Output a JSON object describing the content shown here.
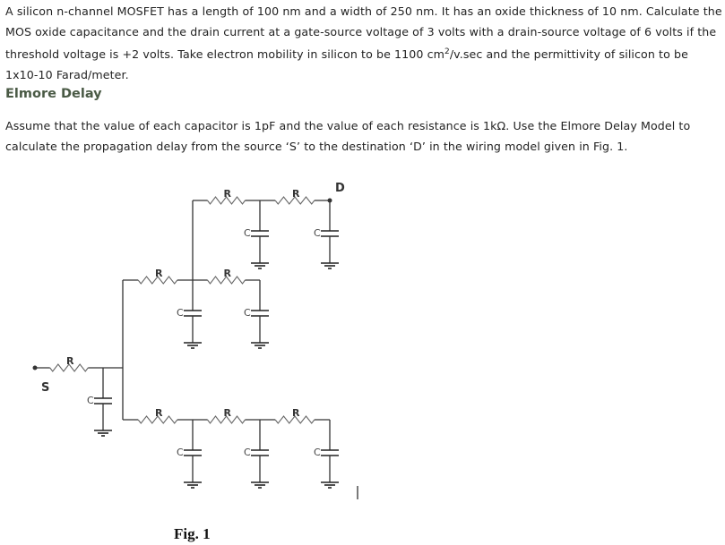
{
  "problem1": {
    "part1": "A silicon n-channel MOSFET has a length of 100 nm and a width of 250 nm. It has an oxide thickness of 10 nm. Calculate the MOS oxide capacitance and the drain current at a gate-source voltage of 3 volts with a drain-source voltage of 6 volts if the threshold voltage is +2 volts. Take electron mobility in silicon to be 1100 cm",
    "sup": "2",
    "part2": "/v.sec and the permittivity of silicon to be 1x10-10 Farad/meter."
  },
  "section_heading": "Elmore Delay",
  "problem2": "Assume that the value of each capacitor is 1pF and the value of each resistance is 1kΩ. Use the Elmore Delay Model to calculate the propagation delay from the source ‘S’ to the destination ‘D’ in the wiring model given in Fig. 1.",
  "circuit": {
    "resistor_label": "R",
    "capacitor_label": "C",
    "source_label": "S",
    "destination_label": "D",
    "figure_caption": "Fig. 1"
  }
}
